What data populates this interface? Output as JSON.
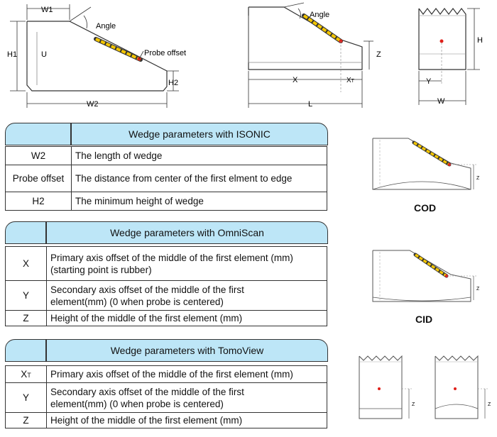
{
  "top_left_diagram": {
    "labels": {
      "w1": "W1",
      "angle": "Angle",
      "h1": "H1",
      "u": "U",
      "probe_offset": "Probe offset",
      "h2": "H2",
      "w2": "W2"
    }
  },
  "top_mid_diagram": {
    "labels": {
      "angle": "Angle",
      "z": "Z",
      "x": "X",
      "xt_main": "X",
      "xt_sub": "T",
      "l": "L"
    }
  },
  "top_right_diagram": {
    "labels": {
      "h": "H",
      "y": "Y",
      "w": "W"
    }
  },
  "isonic_table": {
    "title": "Wedge parameters with ISONIC",
    "rows": [
      {
        "key": "W2",
        "desc": "The length of wedge"
      },
      {
        "key": "Probe offset",
        "desc": "The distance from center of the first elment to edge"
      },
      {
        "key": "H2",
        "desc": "The minimum height of wedge"
      }
    ]
  },
  "omniscan_table": {
    "title": "Wedge parameters with OmniScan",
    "rows": [
      {
        "key": "X",
        "desc1": "Primary axis offset of the middle of the first element (mm)",
        "desc2": "(starting point is rubber)"
      },
      {
        "key": "Y",
        "desc1": "Secondary axis offset of the middle of the first",
        "desc2": "element(mm) (0 when probe is centered)"
      },
      {
        "key": "Z",
        "desc1": "Height of the middle of the first element (mm)",
        "desc2": ""
      }
    ]
  },
  "tomoview_table": {
    "title": "Wedge parameters with TomoView",
    "rows": [
      {
        "key_main": "X",
        "key_sub": "T",
        "desc1": "Primary axis offset of the middle of the first element (mm)",
        "desc2": ""
      },
      {
        "key": "Y",
        "desc1": "Secondary axis offset of the middle of the first",
        "desc2": "element(mm) (0 when probe is centered)"
      },
      {
        "key": "Z",
        "desc1": "Height of the middle of the first element (mm)",
        "desc2": ""
      }
    ]
  },
  "side_diagrams": {
    "cod_caption": "COD",
    "cid_caption": "CID",
    "z_label": "Z"
  },
  "colors": {
    "header_fill": "#bde6f7",
    "probe_yellow": "#f2c500",
    "dot_red": "#e0201a",
    "line": "#333333"
  }
}
